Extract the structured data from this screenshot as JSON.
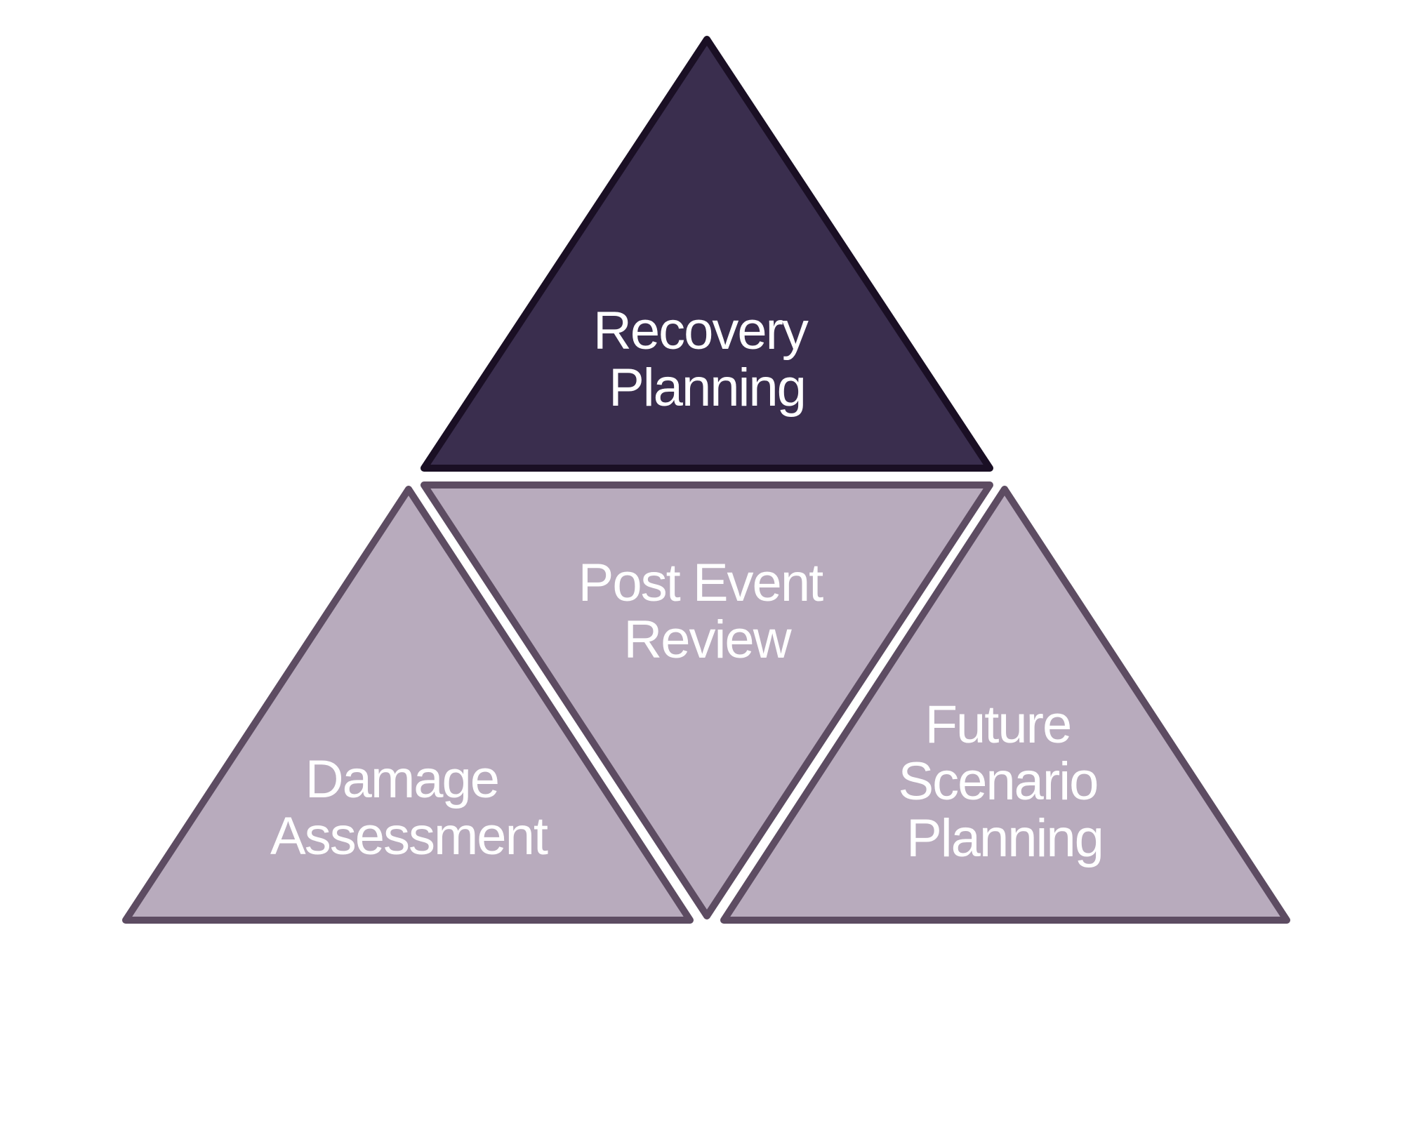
{
  "diagram": {
    "colors": {
      "top_fill": "#3a2e4e",
      "top_stroke": "#1a0f24",
      "base_fill": "#b8abbd",
      "base_stroke": "#5d4c62",
      "text": "#ffffff",
      "background": "#ffffff"
    },
    "triangles": {
      "top": {
        "lines": [
          "Recovery",
          "Planning"
        ]
      },
      "center": {
        "lines": [
          "Post Event",
          "Review"
        ]
      },
      "left": {
        "lines": [
          "Damage",
          "Assessment"
        ]
      },
      "right": {
        "lines": [
          "Future",
          "Scenario",
          "Planning"
        ]
      }
    }
  }
}
